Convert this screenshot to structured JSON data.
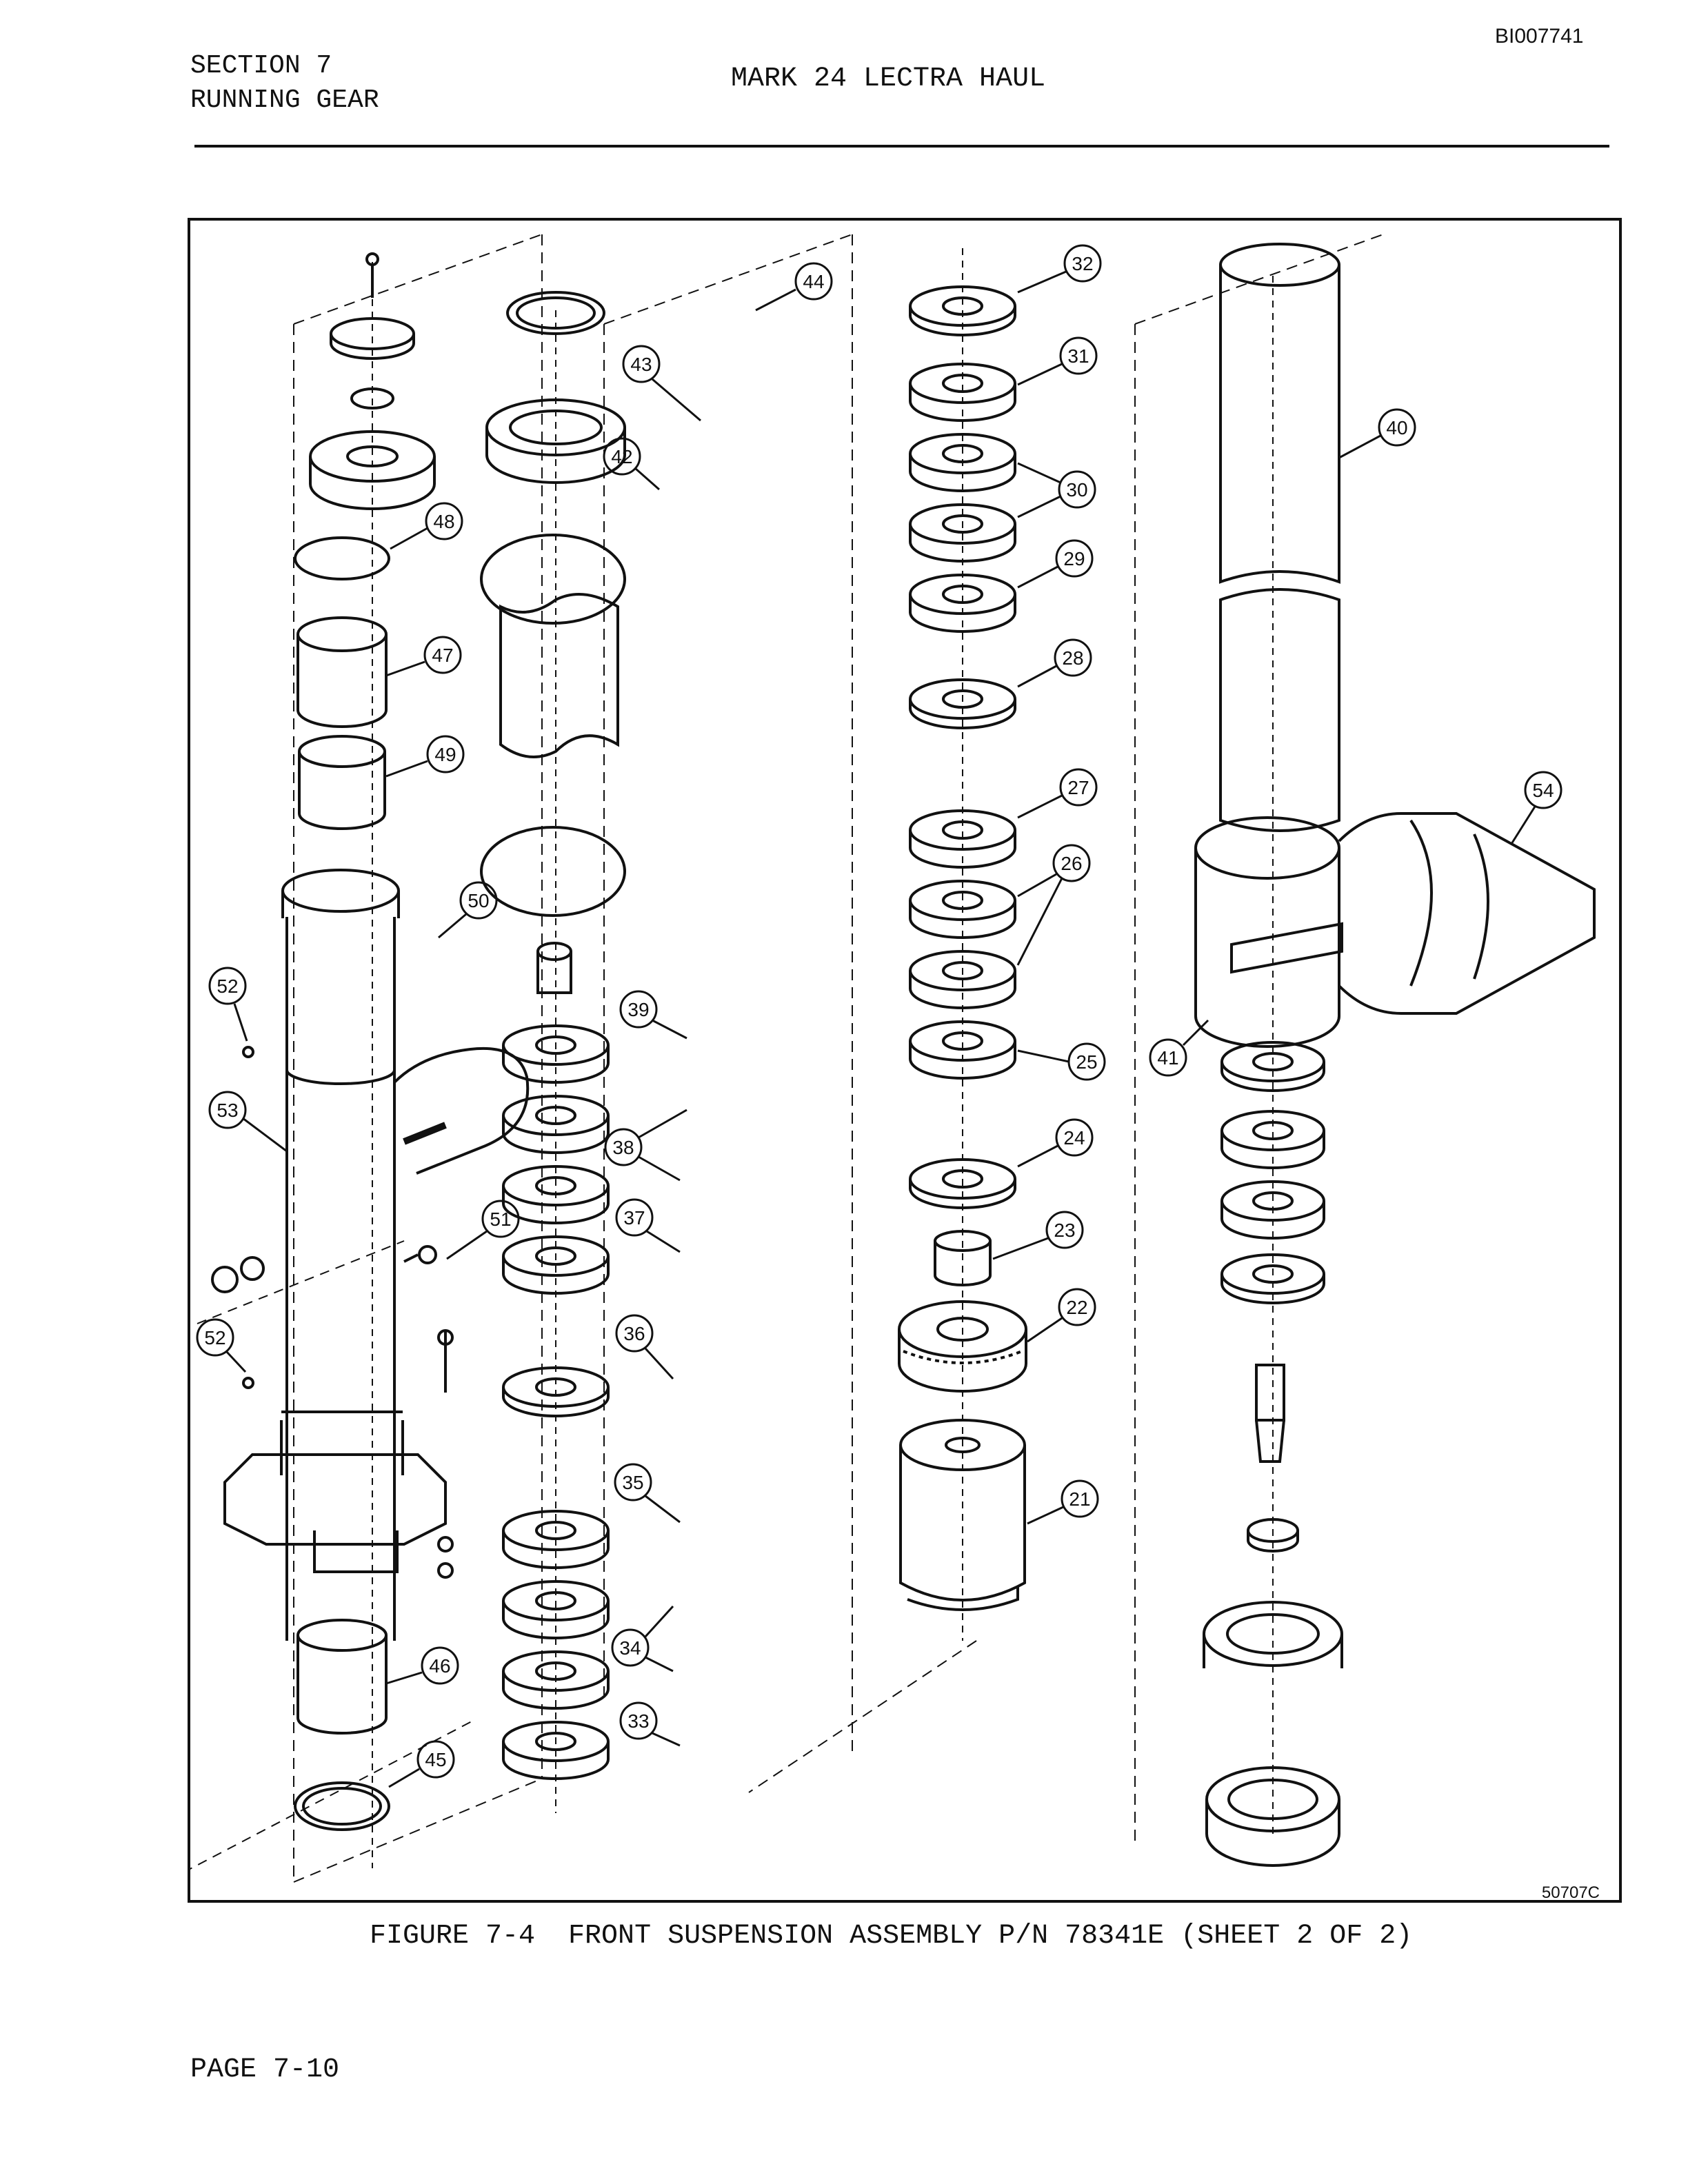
{
  "header": {
    "doc_id": "BI007741",
    "section_line1": "SECTION 7",
    "section_line2": "RUNNING GEAR",
    "title": "MARK 24 LECTRA HAUL"
  },
  "figure": {
    "drawing_number": "50707C",
    "caption": "FIGURE 7-4  FRONT SUSPENSION ASSEMBLY P/N 78341E (SHEET 2 OF 2)",
    "callouts": [
      "44",
      "43",
      "42",
      "48",
      "47",
      "49",
      "50",
      "52",
      "53",
      "51",
      "52",
      "46",
      "45",
      "39",
      "38",
      "37",
      "36",
      "35",
      "34",
      "33",
      "32",
      "31",
      "30",
      "29",
      "28",
      "27",
      "26",
      "25",
      "24",
      "23",
      "22",
      "21",
      "40",
      "54",
      "41"
    ]
  },
  "footer": {
    "page": "PAGE 7-10"
  }
}
